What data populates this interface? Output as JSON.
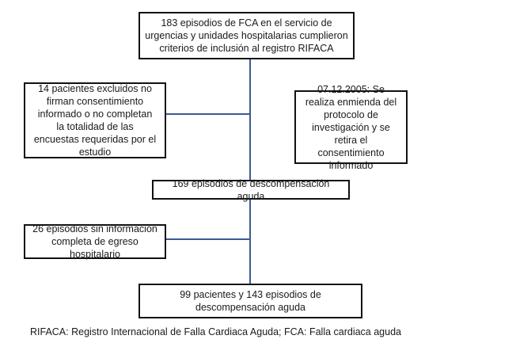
{
  "boxes": {
    "inclusion": "183 episodios de FCA en el servicio de urgencias y unidades hospitalarias cumplieron criterios de inclusión al registro RIFACA",
    "excluded_patients": "14 pacientes excluidos no firman consentimiento informado o no completan la totalidad de las encuestas requeridas por el estudio",
    "amendment_note": "07.12.2005: Se realiza enmienda del protocolo de investigación y se retira el consentimiento informado",
    "acute_episodes": "169 episodios de descompensación aguda",
    "missing_discharge": "26 episodios sin información completa de egreso hospitalario",
    "final_sample": "99 pacientes y 143 episodios de descompensación aguda"
  },
  "footnote": "RIFACA: Registro Internacional de Falla Cardiaca Aguda; FCA: Falla cardiaca aguda",
  "colors": {
    "connector": "#3d5a98",
    "border": "#111111"
  }
}
